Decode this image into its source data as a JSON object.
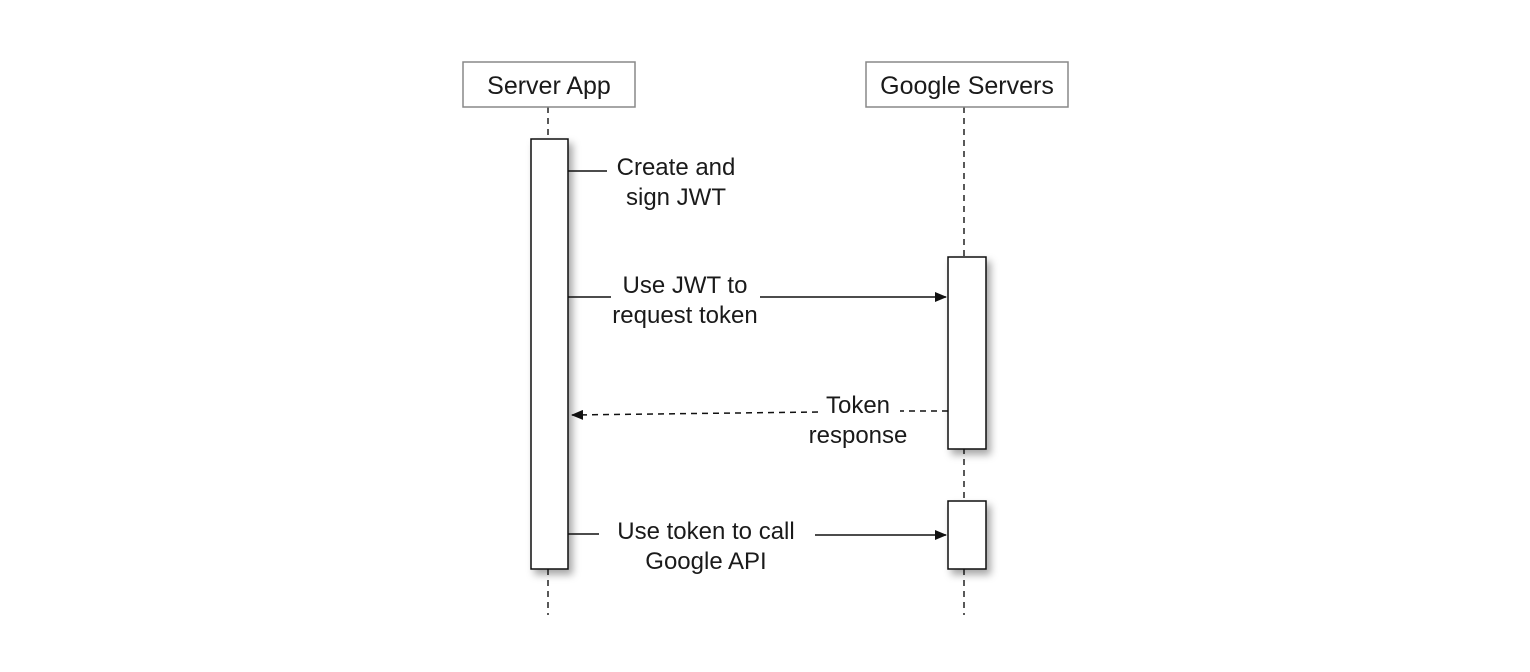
{
  "diagram": {
    "actors": {
      "server_app": "Server App",
      "google_servers": "Google Servers"
    },
    "messages": {
      "create_sign": {
        "line1": "Create and",
        "line2": "sign JWT"
      },
      "request_token": {
        "line1": "Use JWT to",
        "line2": "request token"
      },
      "token_response": {
        "line1": "Token",
        "line2": "response"
      },
      "call_api": {
        "line1": "Use token to call",
        "line2": "Google API"
      }
    }
  }
}
